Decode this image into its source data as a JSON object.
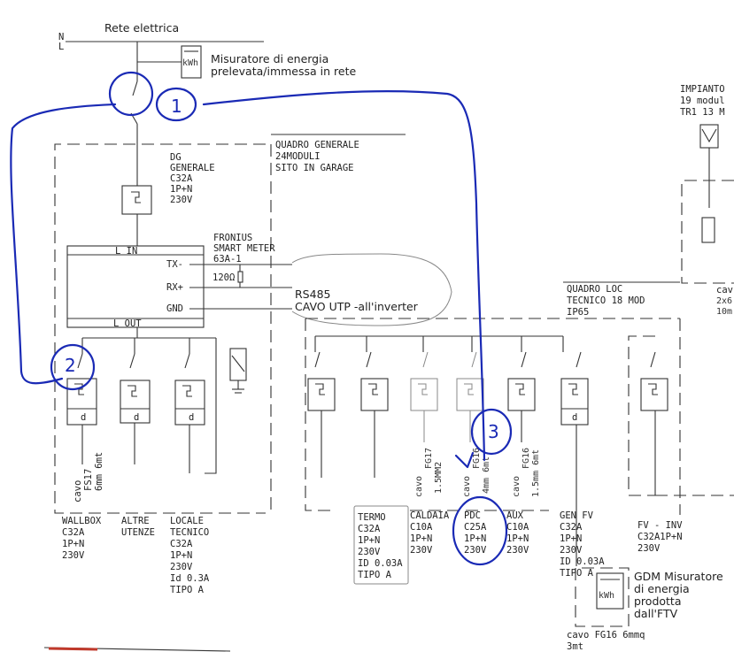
{
  "header": {
    "grid_title": "Rete elettrica",
    "nl_labels": [
      "N",
      "L"
    ],
    "meter_in_label": "kWh",
    "meter_in_desc": [
      "Misuratore di energia",
      "prelevata/immessa in rete"
    ]
  },
  "impianto": [
    "IMPIANTO",
    "19 modul",
    "TR1 13 M"
  ],
  "right_partial": {
    "cavo": "cav",
    "line2": "2x6",
    "line3": "10m"
  },
  "quadro_generale": {
    "title": [
      "QUADRO GENERALE",
      "24MODULI",
      "SITO IN GARAGE"
    ],
    "dg": [
      "DG",
      "GENERALE",
      "C32A",
      "1P+N",
      "230V"
    ]
  },
  "smart_meter": {
    "title": [
      "FRONIUS",
      "SMART METER",
      "63A-1"
    ],
    "resistor": "120Ω",
    "in_label": "L IN",
    "out_label": "L OUT",
    "pins": [
      "TX-",
      "RX+",
      "GND"
    ],
    "rs485": "RS485",
    "cable": "CAVO UTP -all'inverter"
  },
  "quadro_loc": {
    "title": [
      "QUADRO LOC",
      "TECNICO 18 MOD",
      "IP65"
    ]
  },
  "cables": [
    {
      "id": "wallbox",
      "text": [
        "cavo",
        "FS17",
        "6mm 6mt"
      ]
    },
    {
      "id": "fg17",
      "text": [
        "cavo",
        "FG17",
        "1.5MM2"
      ]
    },
    {
      "id": "pdc",
      "text": [
        "cavo",
        "FG16",
        "4mm 6mt"
      ]
    },
    {
      "id": "aux",
      "text": [
        "cavo",
        "FG16",
        "1.5mm 6mt"
      ]
    }
  ],
  "circuits": [
    {
      "id": "wallbox",
      "lines": [
        "WALLBOX",
        "C32A",
        "1P+N",
        "230V"
      ]
    },
    {
      "id": "altre",
      "lines": [
        "ALTRE",
        "UTENZE"
      ]
    },
    {
      "id": "locale",
      "lines": [
        "LOCALE",
        "TECNICO",
        "C32A",
        "1P+N",
        "230V",
        "Id 0.3A",
        "TIPO A"
      ]
    },
    {
      "id": "termo",
      "lines": [
        "TERMO",
        "C32A",
        "1P+N",
        "230V",
        "ID 0.03A",
        "TIPO A"
      ]
    },
    {
      "id": "caldaia",
      "lines": [
        "CALDAIA",
        "C10A",
        "1P+N",
        "230V"
      ]
    },
    {
      "id": "pdc",
      "lines": [
        "PDC",
        "C25A",
        "1P+N",
        "230V"
      ]
    },
    {
      "id": "aux",
      "lines": [
        "AUX",
        "C10A",
        "1P+N",
        "230V"
      ]
    },
    {
      "id": "genfv",
      "lines": [
        "GEN FV",
        "C32A",
        "1P+N",
        "230V",
        "ID 0.03A",
        "TIPO A"
      ]
    },
    {
      "id": "fvinv",
      "lines": [
        "FV - INV",
        "C32A1P+N",
        "230V"
      ]
    }
  ],
  "breaker_d_label": "d",
  "gdm": {
    "meter_label": "kWh",
    "desc": [
      "GDM Misuratore",
      "di energia",
      "prodotta",
      "dall'FTV"
    ],
    "cable": [
      "cavo FG16 6mmq",
      "3mt"
    ]
  },
  "annotations": {
    "circle_1": "1",
    "circle_2": "2",
    "circle_3": "3",
    "pen_color": "#1a2ab5"
  }
}
